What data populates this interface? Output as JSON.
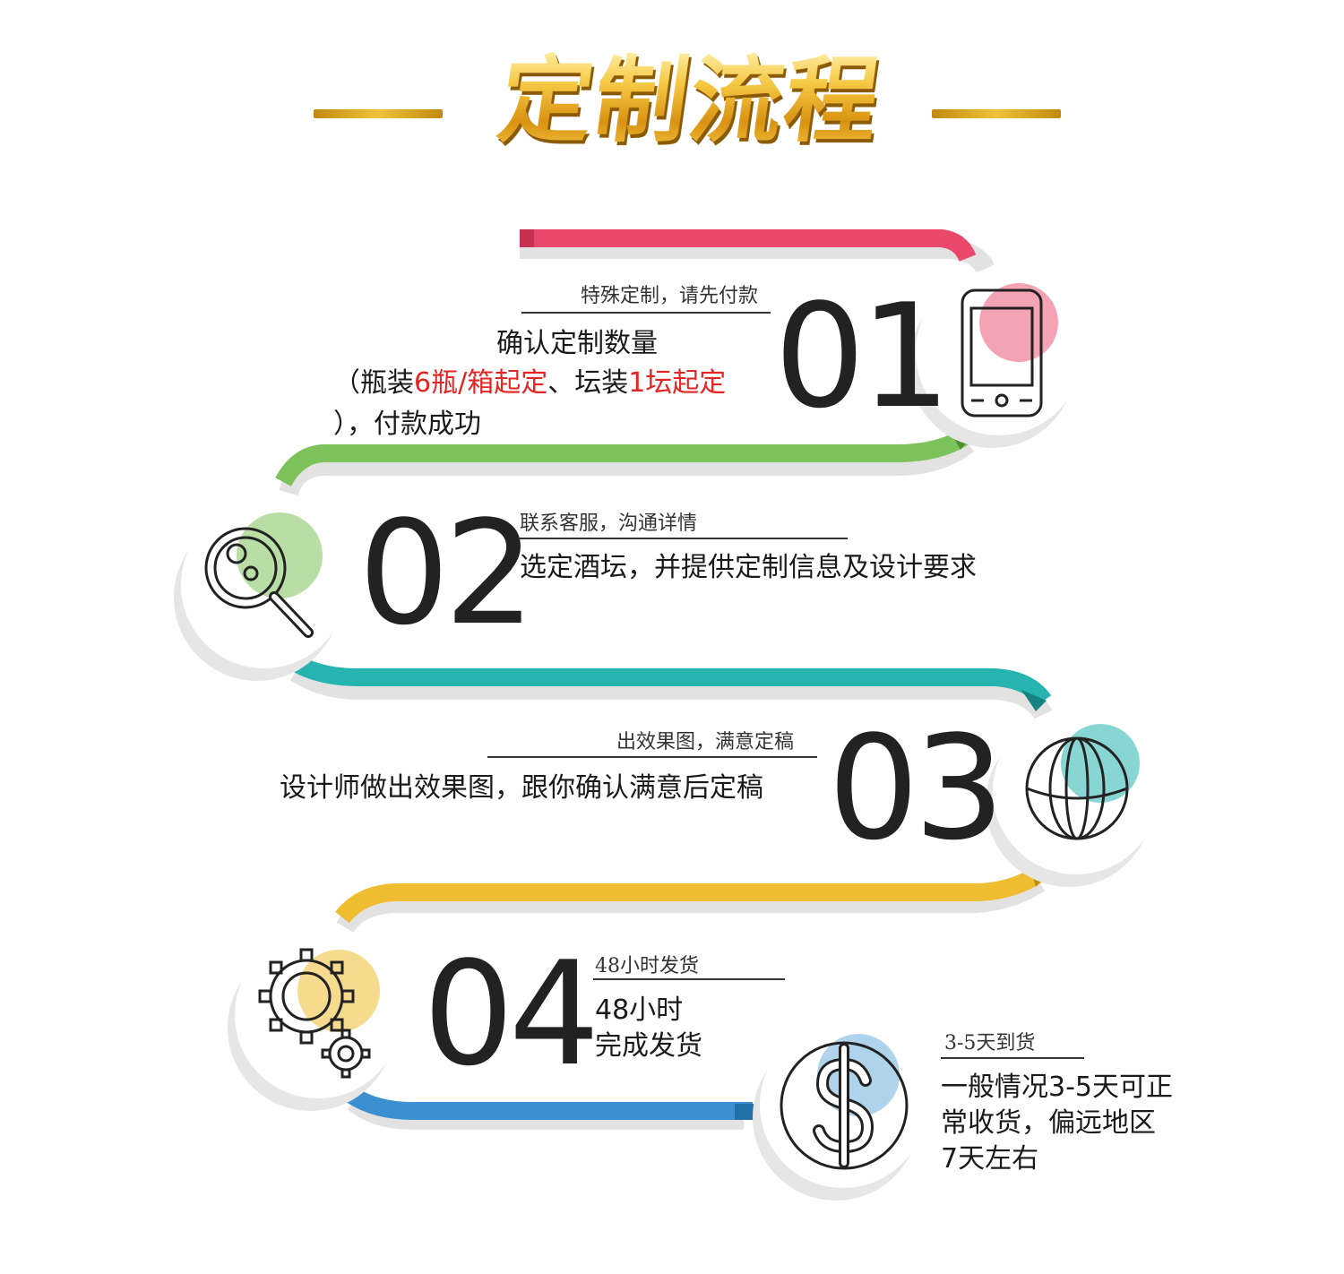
{
  "header": {
    "title": "定制流程"
  },
  "colors": {
    "red": "#e9486a",
    "green": "#7dc35b",
    "teal": "#27b4b0",
    "yellow": "#efbd32",
    "blue": "#3a90d0",
    "gold": "#e8a91c"
  },
  "steps": [
    {
      "number": "01",
      "subtitle": "特殊定制，请先付款",
      "line1": "确认定制数量",
      "line2_a": "（瓶装",
      "line2_red1": "6瓶/箱起定",
      "line2_b": "、坛装",
      "line2_red2": "1坛起定",
      "line3": "），付款成功",
      "icon": "smartphone-icon"
    },
    {
      "number": "02",
      "subtitle": "联系客服，沟通详情",
      "body": "选定酒坛，并提供定制信息及设计要求",
      "icon": "magnifier-icon"
    },
    {
      "number": "03",
      "subtitle": "出效果图，满意定稿",
      "body": "设计师做出效果图，跟你确认满意后定稿",
      "icon": "globe-icon"
    },
    {
      "number": "04",
      "subtitle": "48小时发货",
      "body_l1": "48小时",
      "body_l2": "完成发货",
      "icon": "gears-icon"
    },
    {
      "subtitle": "3-5天到货",
      "body_l1": "一般情况3-5天可正",
      "body_l2": "常收货，偏远地区",
      "body_l3": "7天左右",
      "icon": "dollar-icon"
    }
  ]
}
